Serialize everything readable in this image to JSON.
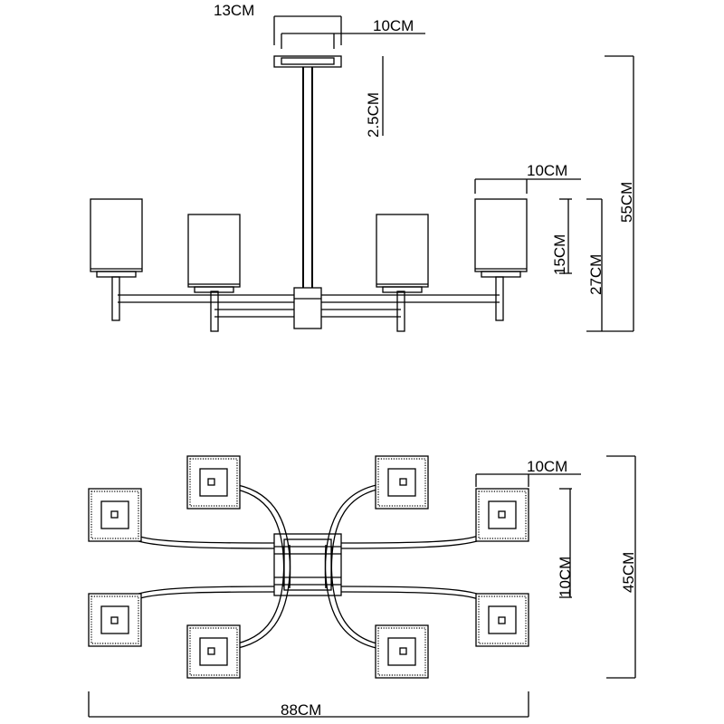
{
  "colors": {
    "ink": "#000000",
    "paper": "#ffffff"
  },
  "labels": {
    "canopy_outer": "13CM",
    "canopy_inner": "10CM",
    "canopy_height": "2.5CM",
    "shade_width": "10CM",
    "shade_height": "15CM",
    "lamp_height": "27CM",
    "total_height": "55CM",
    "plan_shade_width": "10CM",
    "plan_inner": "10CM",
    "plan_depth": "45CM",
    "total_width": "88CM"
  }
}
